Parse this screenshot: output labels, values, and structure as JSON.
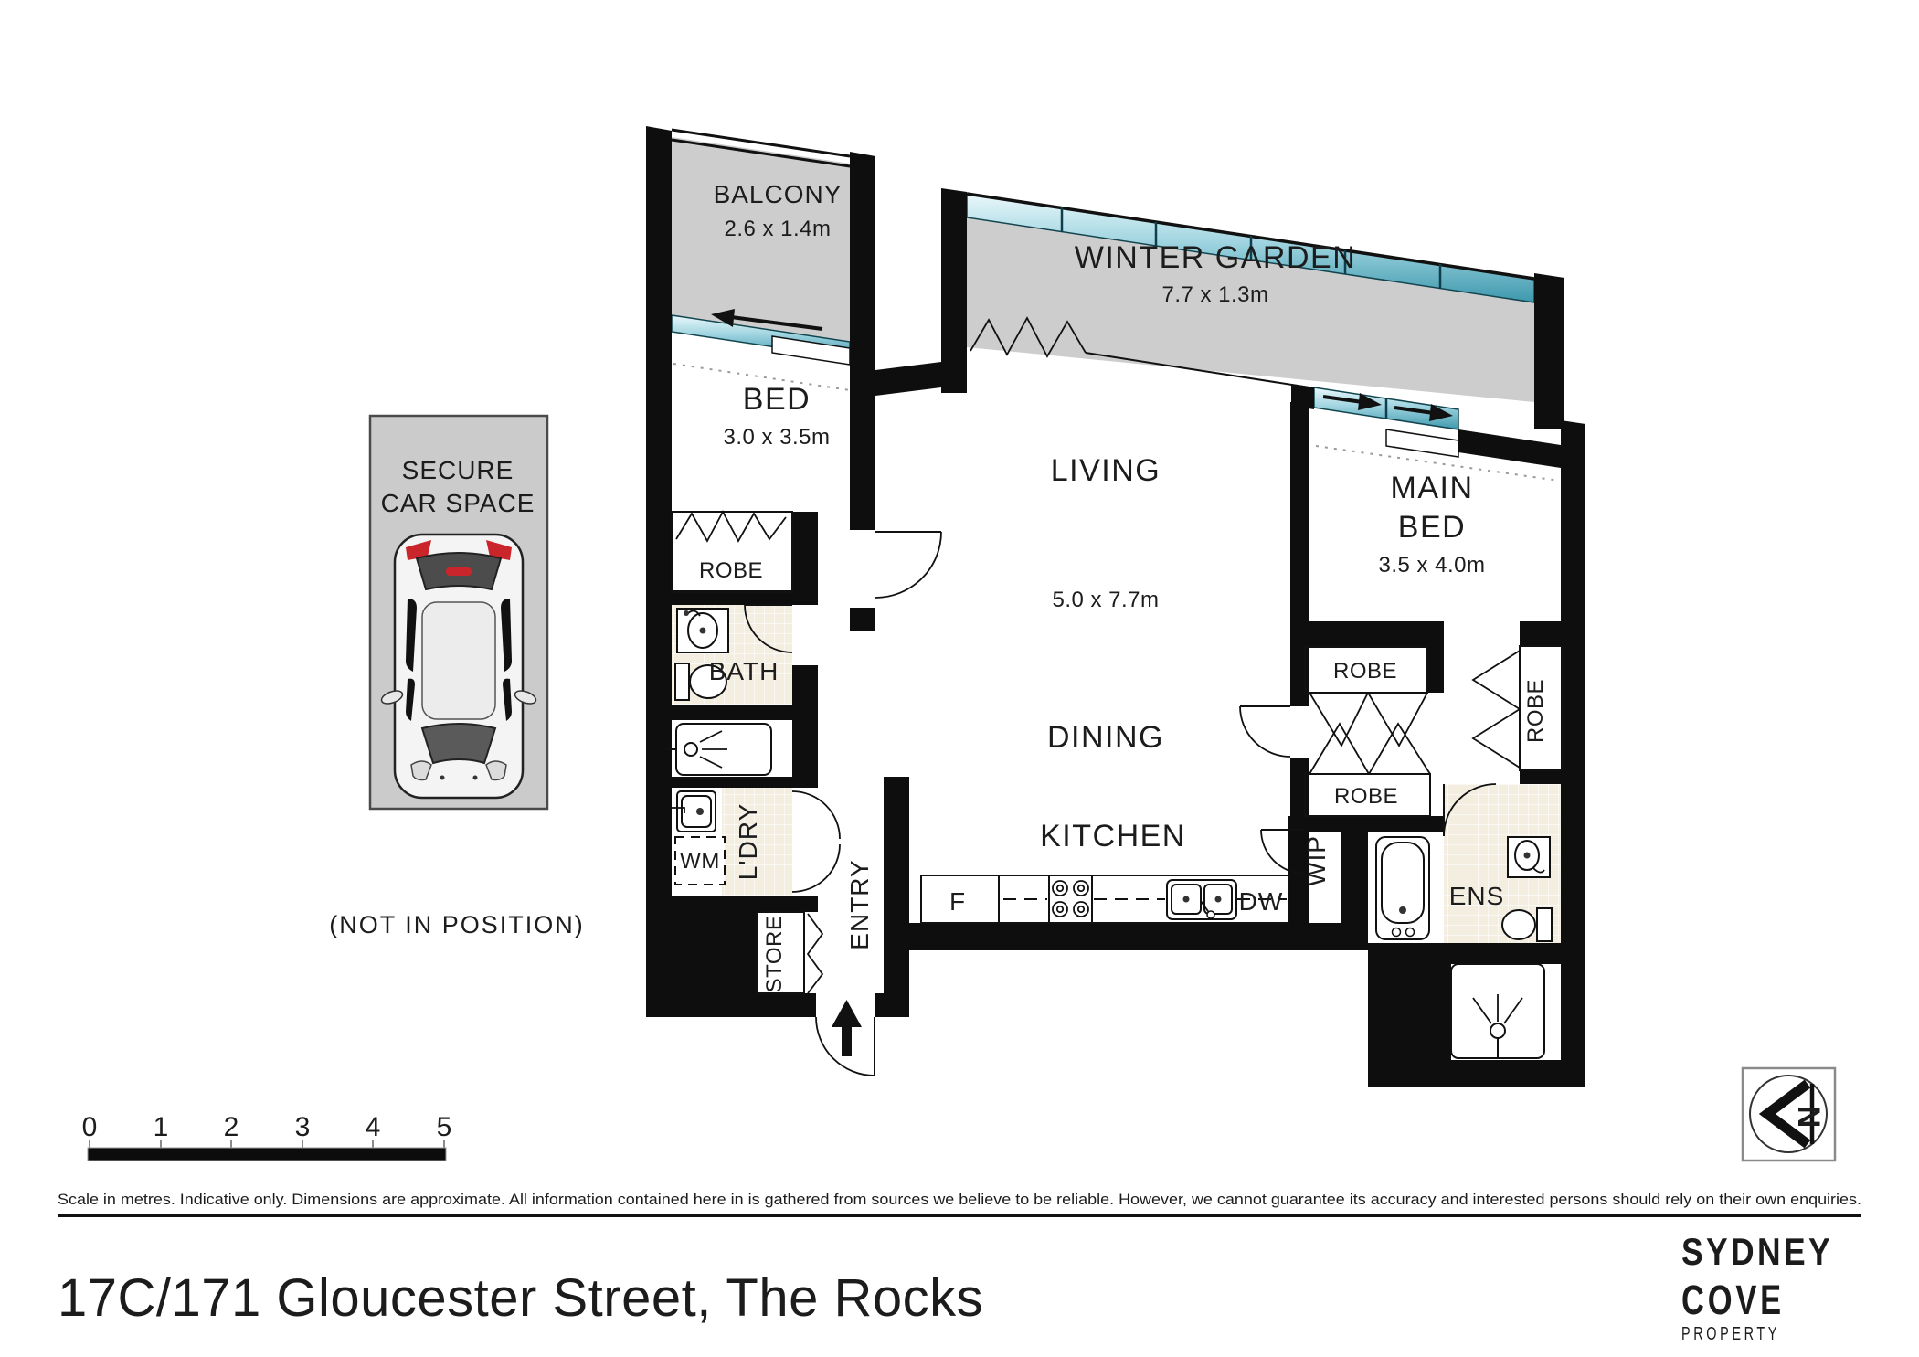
{
  "plan": {
    "balcony": {
      "label": "BALCONY",
      "dims": "2.6 x 1.4m"
    },
    "winter_garden": {
      "label": "WINTER GARDEN",
      "dims": "7.7 x 1.3m"
    },
    "bed": {
      "label": "BED",
      "dims": "3.0 x 3.5m"
    },
    "living": {
      "label": "LIVING",
      "dims": "5.0 x 7.7m"
    },
    "dining": {
      "label": "DINING"
    },
    "kitchen": {
      "label": "KITCHEN"
    },
    "main_bed": {
      "label_line1": "MAIN",
      "label_line2": "BED",
      "dims": "3.5 x 4.0m"
    },
    "bath": {
      "label": "BATH"
    },
    "ens": {
      "label": "ENS"
    },
    "laundry": {
      "label": "L'DRY"
    },
    "entry": {
      "label": "ENTRY"
    },
    "store": {
      "label": "STORE"
    },
    "wip": {
      "label": "WIP"
    },
    "robe": {
      "label": "ROBE"
    },
    "wm": {
      "label": "WM"
    },
    "fridge": {
      "label": "F"
    },
    "dishwasher": {
      "label": "DW"
    }
  },
  "car_space": {
    "line1": "SECURE",
    "line2": "CAR SPACE",
    "note": "(NOT IN POSITION)"
  },
  "scale_bar": {
    "ticks": [
      "0",
      "1",
      "2",
      "3",
      "4",
      "5"
    ]
  },
  "disclaimer": "Scale in metres. Indicative only. Dimensions are approximate. All information contained here in is gathered from sources we believe to be reliable. However, we cannot guarantee its accuracy and interested persons should rely on their own enquiries.",
  "footer": {
    "address": "17C/171 Gloucester Street, The Rocks"
  },
  "logo": {
    "line1": "SYDNEY",
    "line2": "COVE",
    "line3": "PROPERTY"
  },
  "compass": {
    "north": "N"
  },
  "colors": {
    "wall": "#0e0e0e",
    "area_gray": "#cdcdcd",
    "glazing_light": "#e8f7fa",
    "glazing_dark": "#3d98ad",
    "tile": "#f4eee1",
    "logo_navy": "#2b3c4c",
    "logo_gray": "#94a9b7",
    "accent_red": "#c9252b"
  }
}
